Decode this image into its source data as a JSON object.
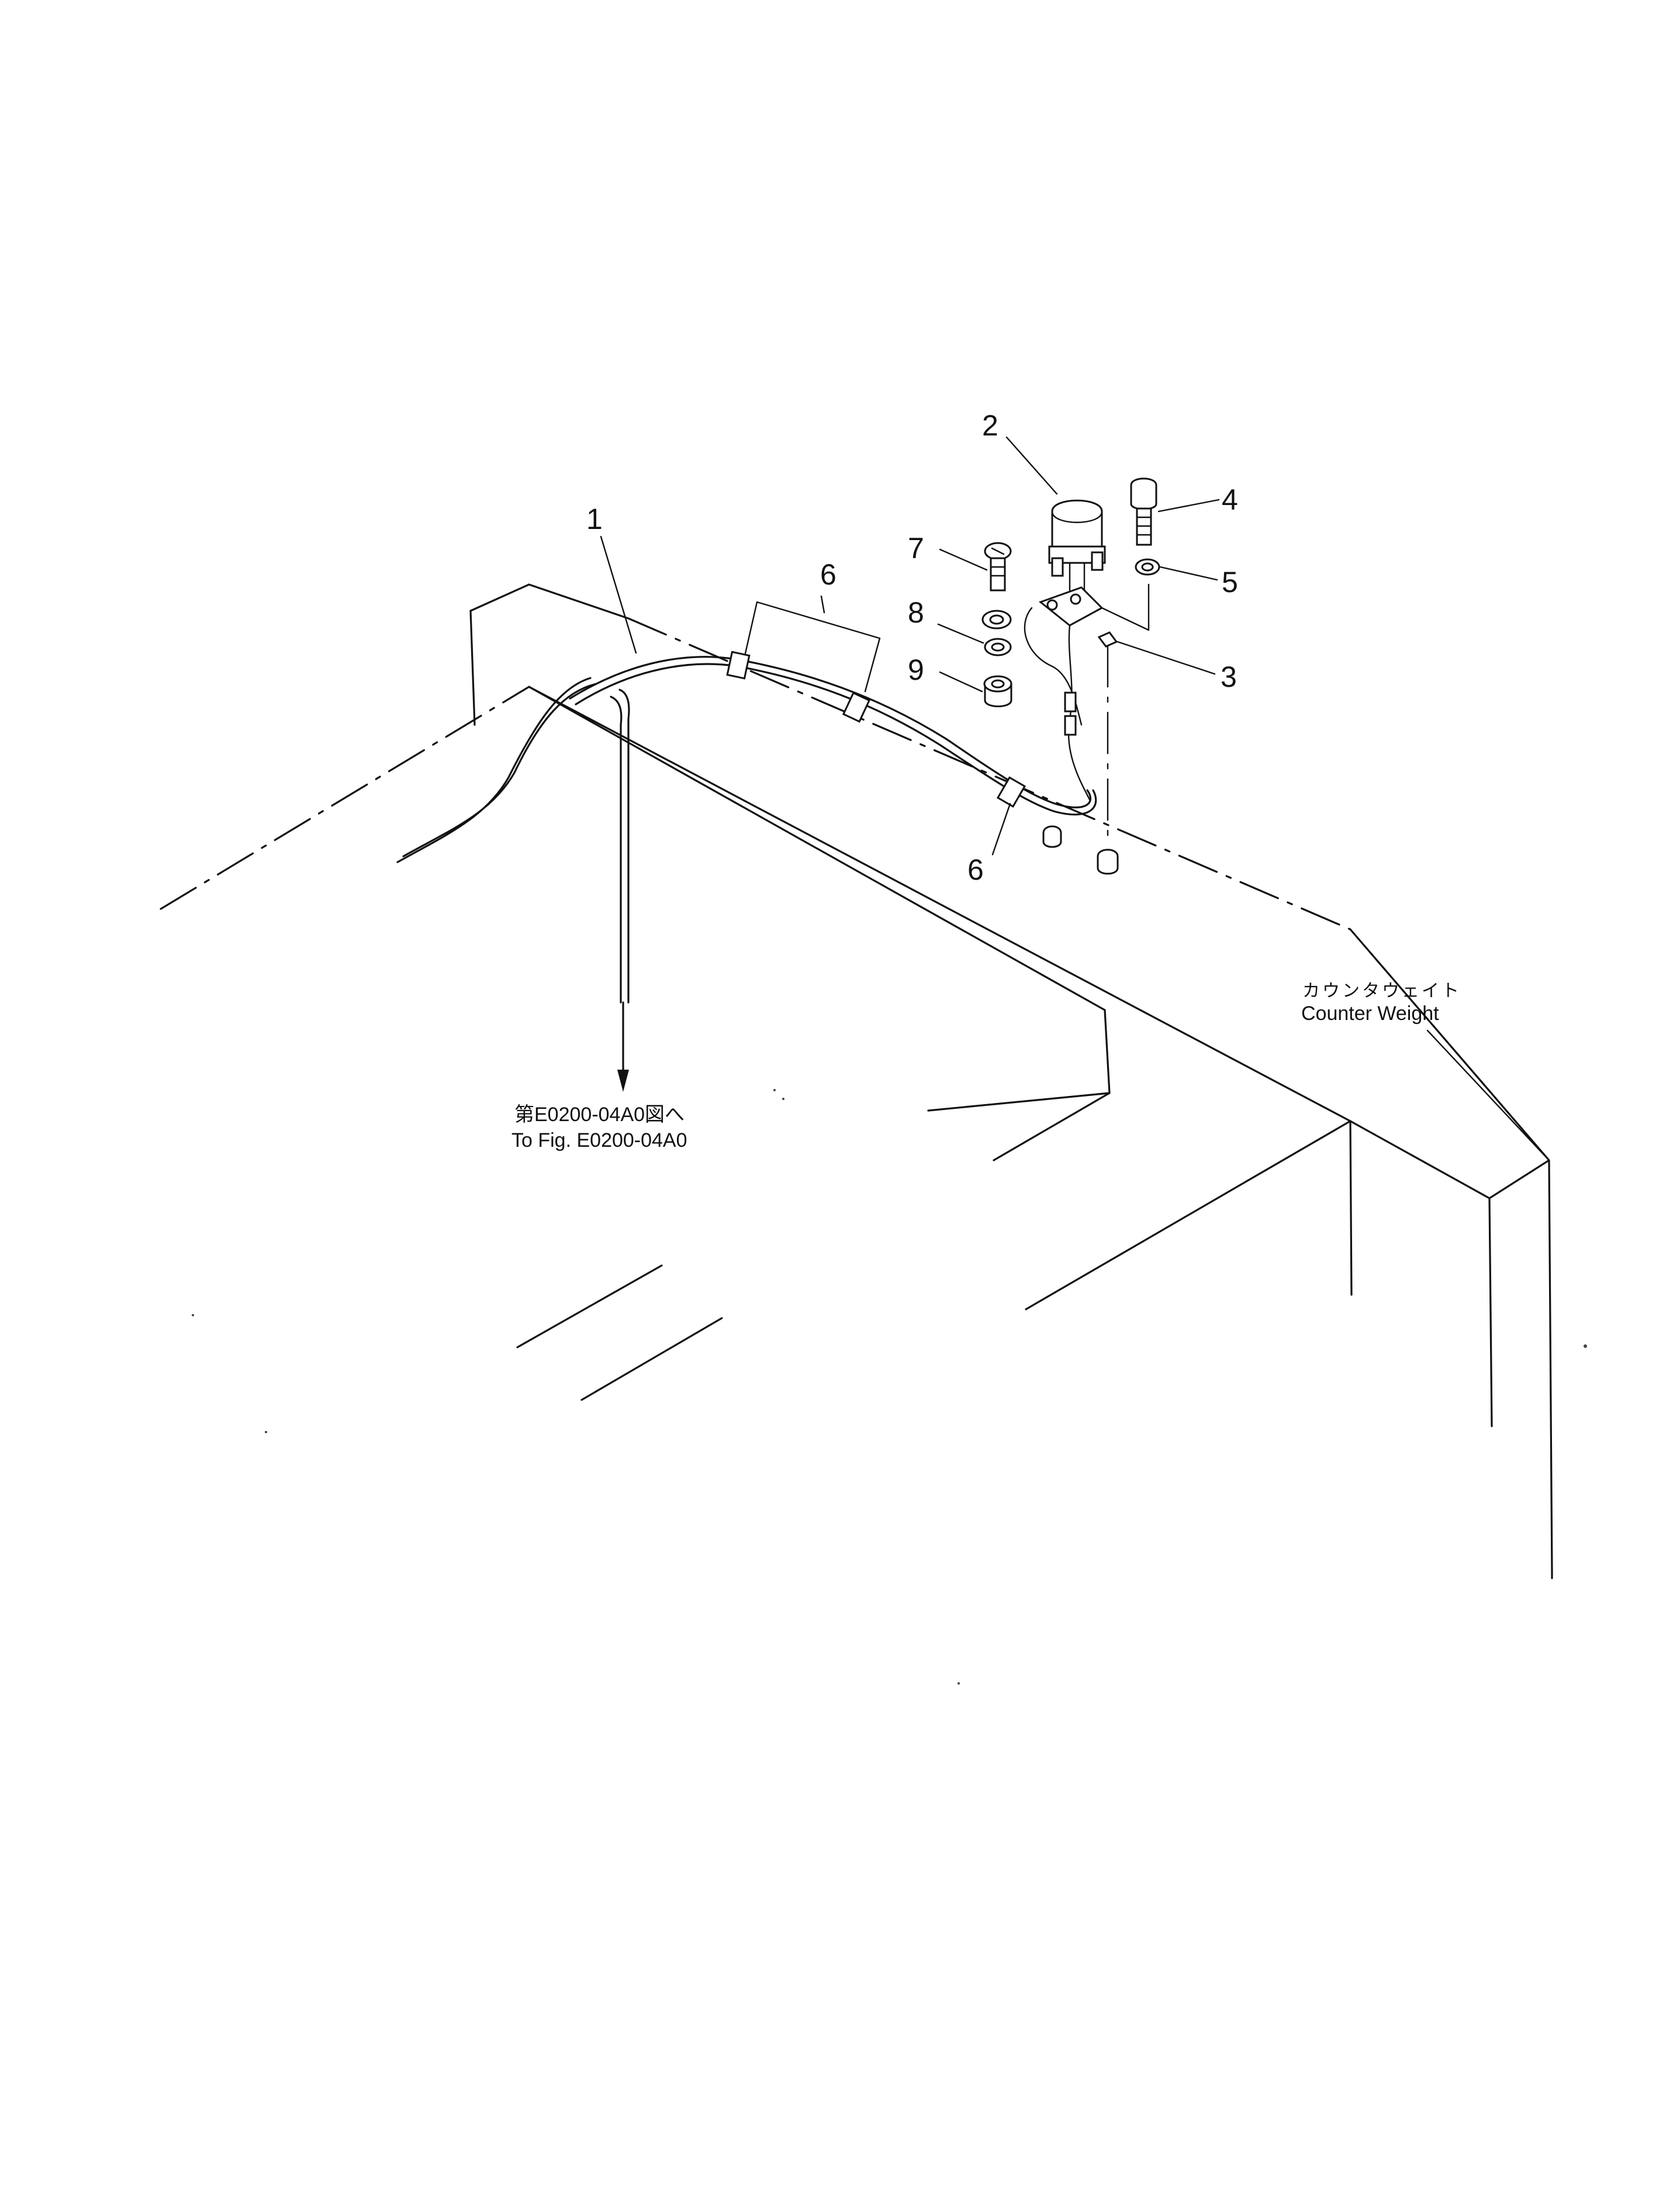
{
  "callouts": [
    {
      "id": "1",
      "label": "1"
    },
    {
      "id": "2",
      "label": "2"
    },
    {
      "id": "3",
      "label": "3"
    },
    {
      "id": "4",
      "label": "4"
    },
    {
      "id": "5",
      "label": "5"
    },
    {
      "id": "6a",
      "label": "6"
    },
    {
      "id": "6b",
      "label": "6"
    },
    {
      "id": "7",
      "label": "7"
    },
    {
      "id": "8",
      "label": "8"
    },
    {
      "id": "9",
      "label": "9"
    }
  ],
  "annotations": {
    "reference_ja": "第E0200-04A0図へ",
    "reference_en": "To  Fig. E0200-04A0",
    "counterweight_ja": "カウンタウェイト",
    "counterweight_en": "Counter  Weight"
  }
}
